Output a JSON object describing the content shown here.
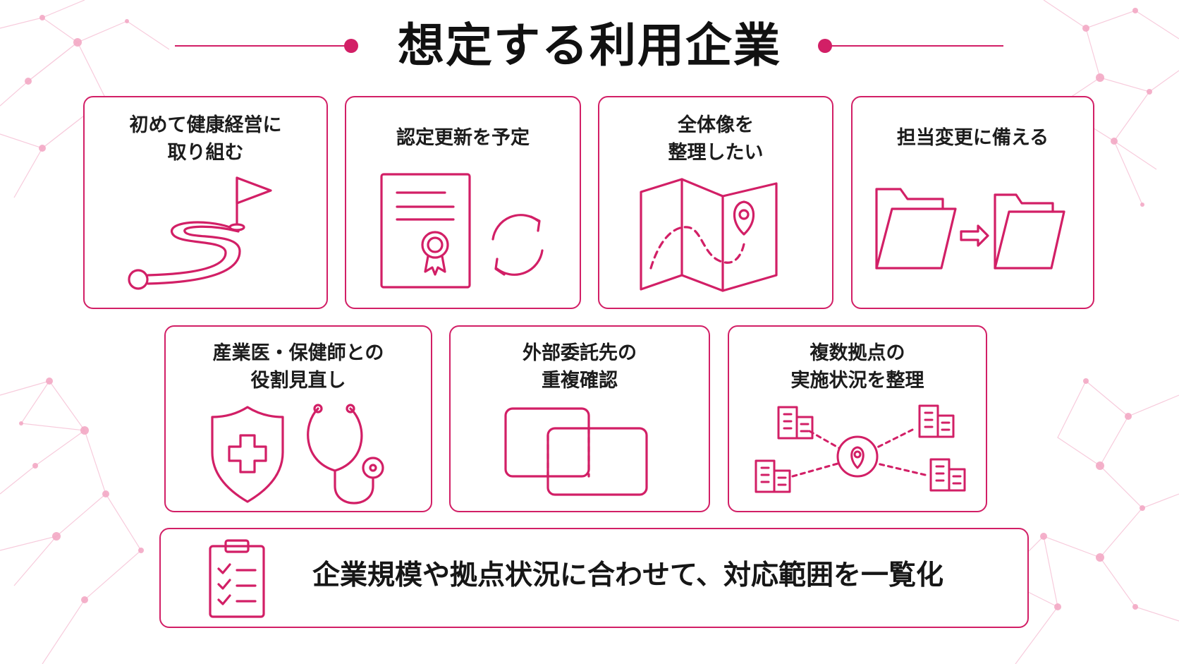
{
  "title": "想定する利用企業",
  "colors": {
    "accent": "#d21f66",
    "text": "#1a1a1a",
    "network": "#f2a7c3"
  },
  "cards_row1": [
    {
      "label": "初めて健康経営に\n取り組む",
      "icon": "golf-flag-path-icon"
    },
    {
      "label": "認定更新を予定",
      "icon": "certificate-renew-icon"
    },
    {
      "label": "全体像を\n整理したい",
      "icon": "map-pin-icon"
    },
    {
      "label": "担当変更に備える",
      "icon": "folder-transfer-icon"
    }
  ],
  "cards_row2": [
    {
      "label": "産業医・保健師との\n役割見直し",
      "icon": "shield-stethoscope-icon"
    },
    {
      "label": "外部委託先の\n重複確認",
      "icon": "overlap-rectangles-icon"
    },
    {
      "label": "複数拠点の\n実施状況を整理",
      "icon": "multi-site-network-icon"
    }
  ],
  "summary": {
    "text": "企業規模や拠点状況に合わせて、対応範囲を一覧化",
    "icon": "clipboard-checklist-icon"
  }
}
